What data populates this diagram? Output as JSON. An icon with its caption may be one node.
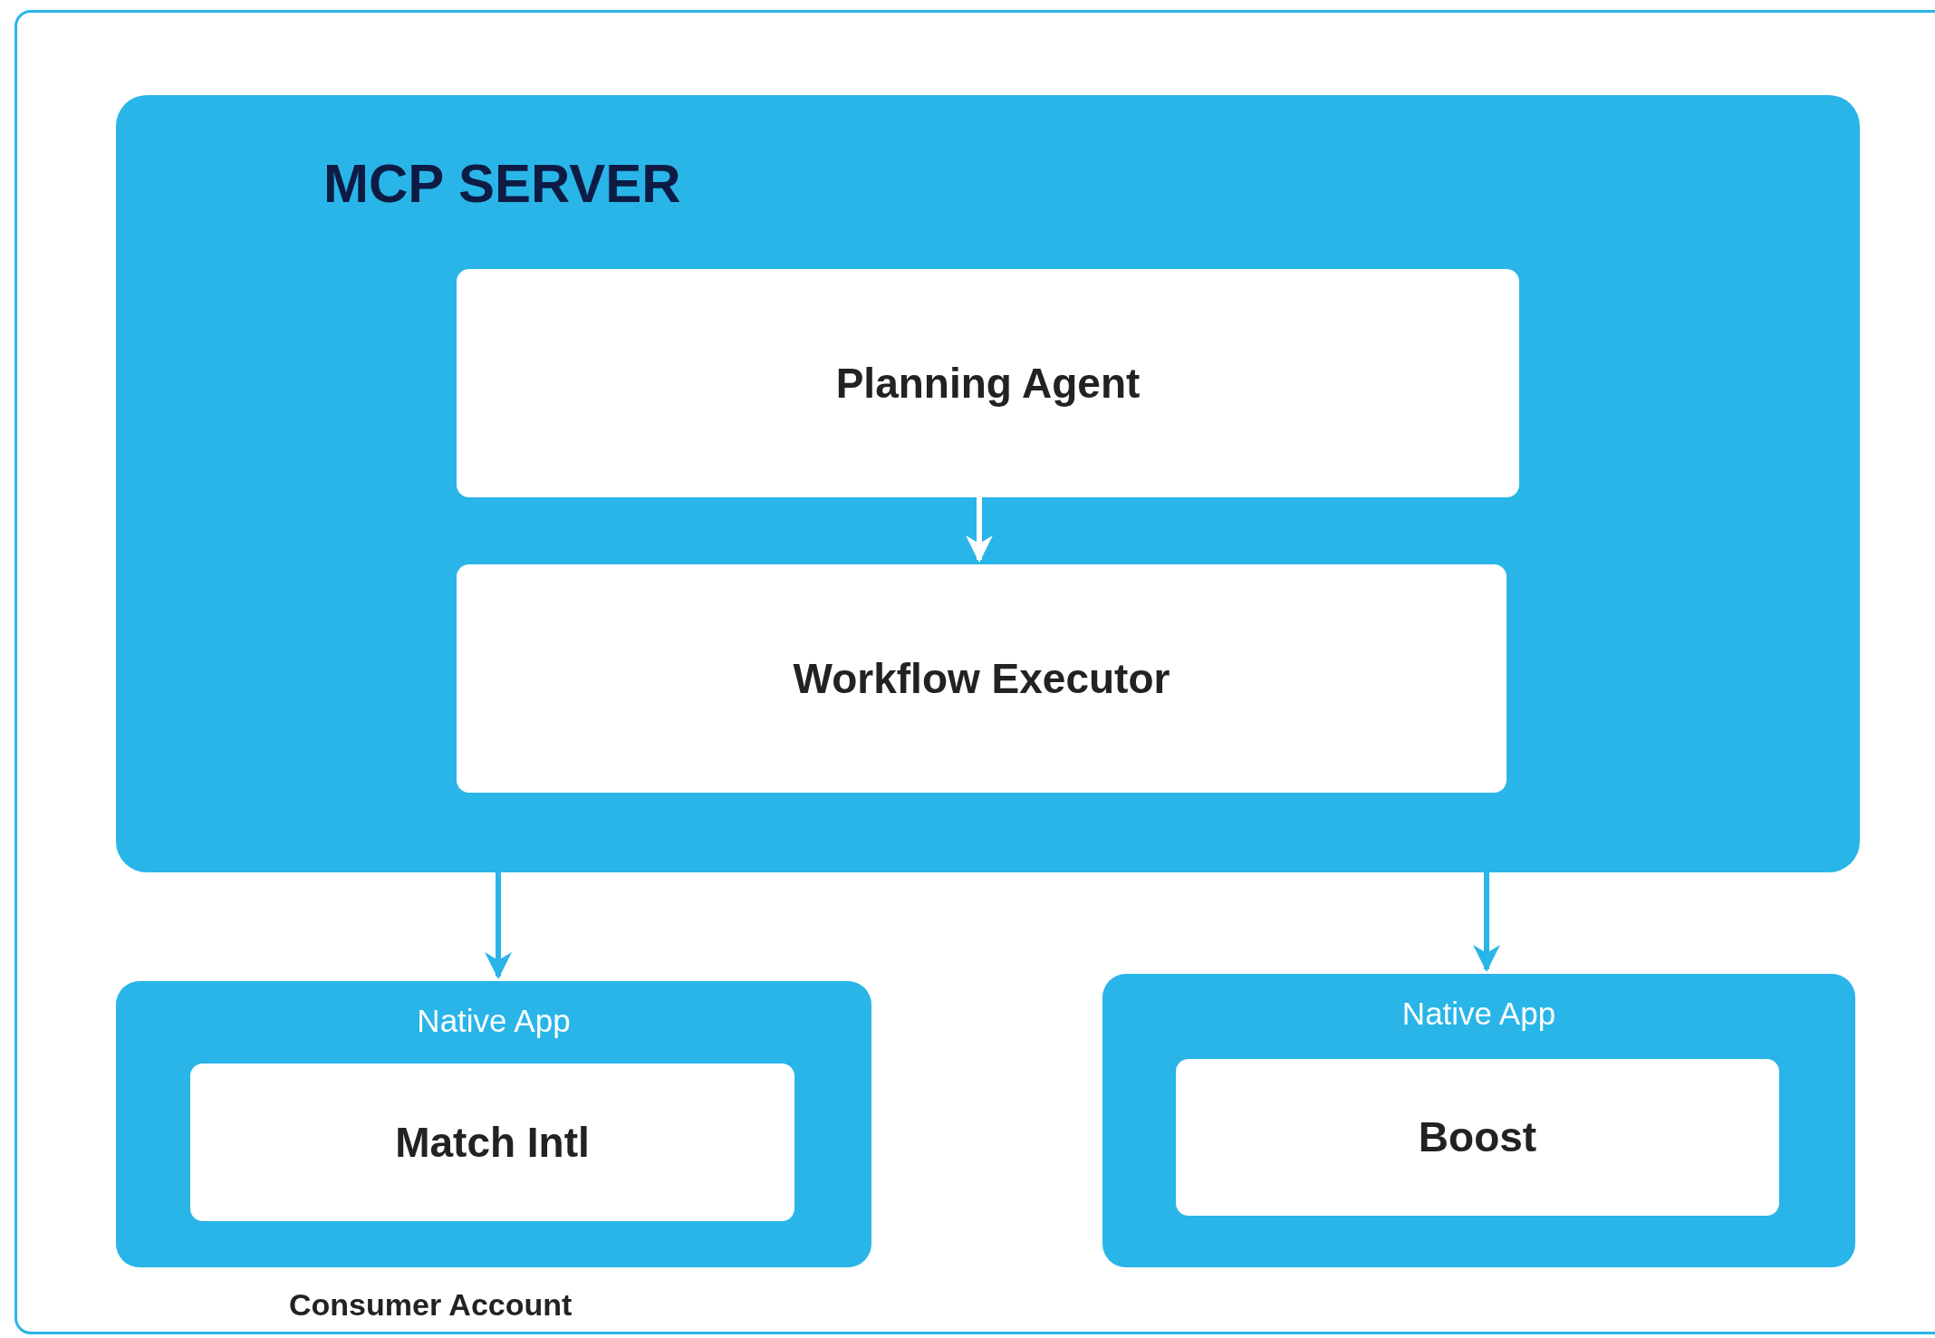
{
  "diagram": {
    "nodes": [
      {
        "text": [
          "Consumer Account"
        ]
      },
      {
        "text": [
          "MCP SERVER"
        ],
        "in": 0
      },
      {
        "text": [
          "Planning Agent"
        ],
        "in": 1
      },
      {
        "text": [
          "Workflow Executor"
        ],
        "in": 1
      },
      {
        "text": [
          "Native App"
        ],
        "in": 0
      },
      {
        "text": [
          "Match Intl"
        ],
        "in": 4
      },
      {
        "text": [
          "Native App"
        ],
        "in": 0
      },
      {
        "text": [
          "Boost"
        ],
        "in": 6
      }
    ],
    "edges": [
      {
        "from": 2,
        "to": 3,
        "arrow": "to",
        "color": "#ffffff"
      },
      {
        "from": 1,
        "to": 4,
        "arrow": "to"
      },
      {
        "from": 1,
        "to": 6,
        "arrow": "to"
      }
    ]
  }
}
